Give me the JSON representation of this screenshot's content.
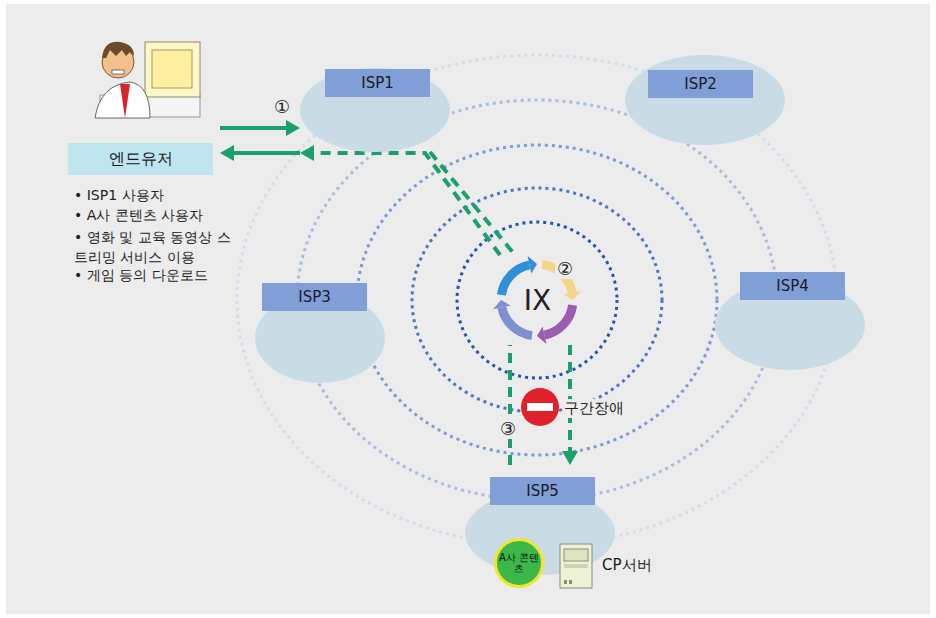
{
  "diagram": {
    "nodes": [
      {
        "text": [
          "엔드유저"
        ]
      },
      {
        "text": [
          "ISP1"
        ]
      },
      {
        "text": [
          "ISP2"
        ]
      },
      {
        "text": [
          "ISP3"
        ]
      },
      {
        "text": [
          "ISP4"
        ]
      },
      {
        "text": [
          "IX"
        ]
      },
      {
        "text": [
          "ISP5"
        ]
      },
      {
        "text": [
          "A사 콘텐츠"
        ],
        "in": 6
      },
      {
        "text": [
          "CP서버"
        ],
        "in": 6
      }
    ],
    "edges": [
      {
        "from": 0,
        "to": 1,
        "arrow": "to"
      },
      {
        "from": 1,
        "to": 0,
        "arrow": "to"
      },
      {
        "from": 1,
        "to": 5,
        "arrow": "none"
      },
      {
        "from": 5,
        "to": 1,
        "arrow": "to"
      },
      {
        "from": 5,
        "to": 6,
        "arrow": "to"
      },
      {
        "from": 6,
        "to": 5,
        "arrow": "none"
      }
    ],
    "labels": [
      "①",
      "②",
      "③",
      "구간장애",
      "• ISP1 사용자",
      "• A사 콘텐츠 사용자",
      "• 영화 및 교육 동영상 스트리밍 서비스 이용",
      "• 게임 등의 다운로드"
    ]
  }
}
